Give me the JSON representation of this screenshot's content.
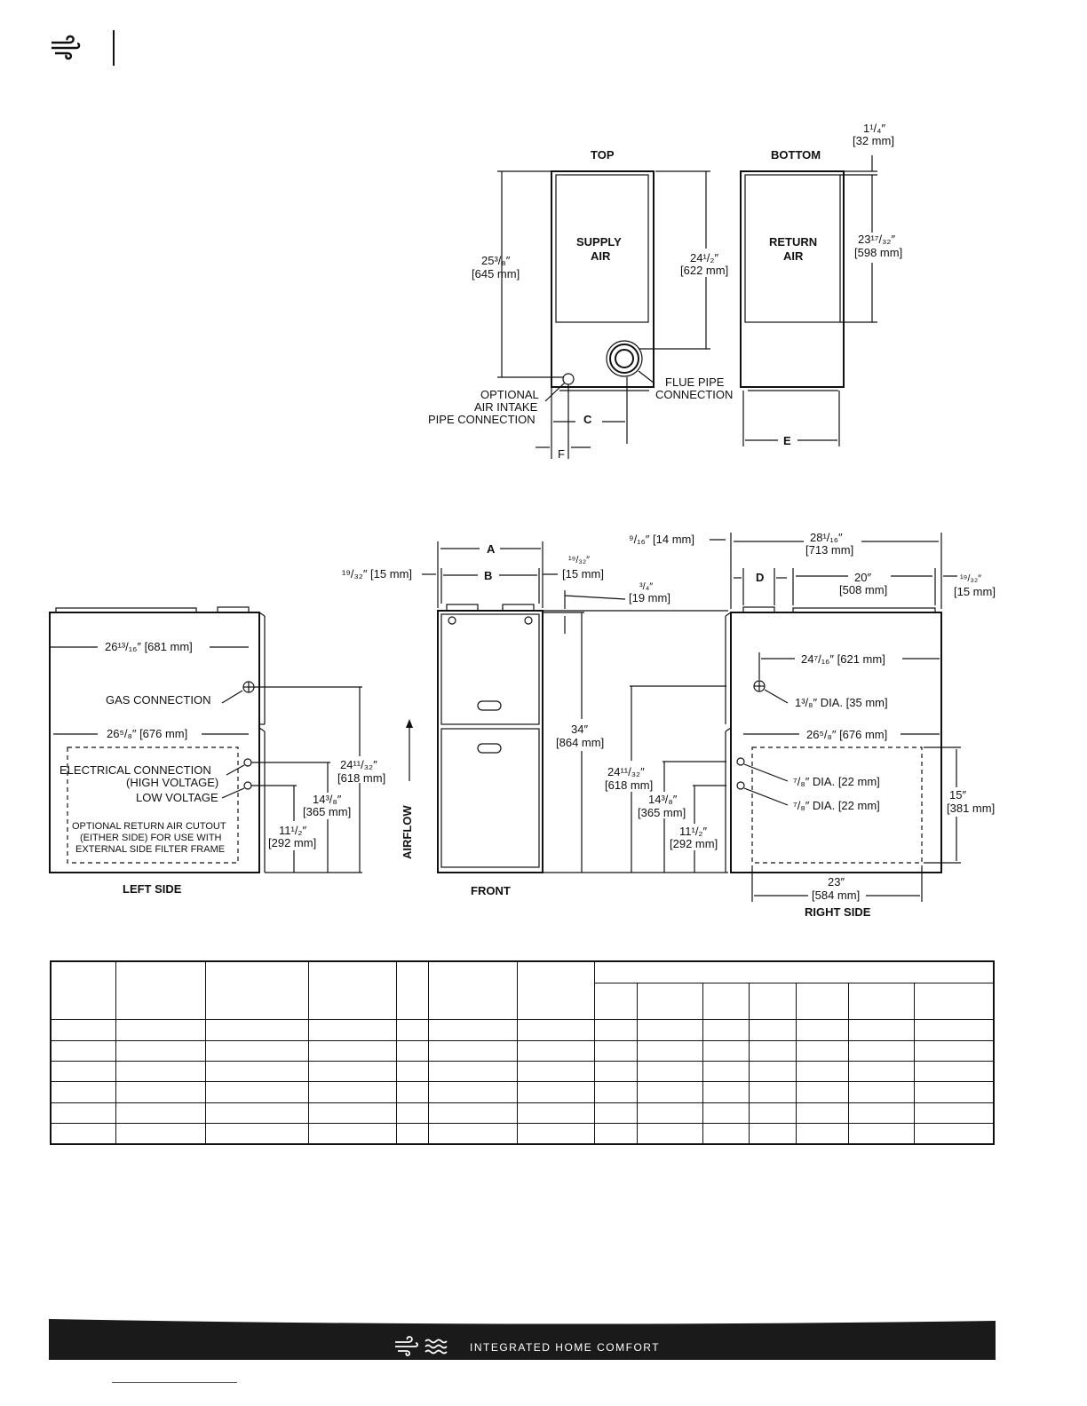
{
  "footer": {
    "brand_text": "INTEGRATED HOME COMFORT"
  },
  "icons": {
    "header_logo": "wind-swirl-icon",
    "footer_logo": "wind-swirl-icon",
    "footer_waves": "heat-waves-icon"
  },
  "top_view": {
    "title": "TOP",
    "supply_air": [
      "SUPPLY",
      "AIR"
    ],
    "dim_height": [
      "25³/₈″",
      "[645 mm]"
    ],
    "dim_inner": [
      "24¹/₂″",
      "[622 mm]"
    ],
    "intake_label": [
      "OPTIONAL",
      "AIR INTAKE",
      "PIPE CONNECTION"
    ],
    "flue_label": [
      "FLUE PIPE",
      "CONNECTION"
    ],
    "dim_c": "C",
    "dim_f": "F"
  },
  "bottom_view": {
    "title": "BOTTOM",
    "return_air": [
      "RETURN",
      "AIR"
    ],
    "dim_top": [
      "1¹/₄″",
      "[32 mm]"
    ],
    "dim_height": [
      "23¹⁷/₃₂″",
      "[598 mm]"
    ],
    "dim_e": "E"
  },
  "left_side": {
    "title": "LEFT SIDE",
    "dim_upper": "26¹³/₁₆″ [681 mm]",
    "gas": "GAS CONNECTION",
    "dim_lower": "26⁵/₈″ [676 mm]",
    "electrical": [
      "ELECTRICAL CONNECTION",
      "(HIGH VOLTAGE)",
      "LOW VOLTAGE"
    ],
    "cutout": [
      "OPTIONAL RETURN AIR CUTOUT",
      "(EITHER SIDE) FOR USE WITH",
      "EXTERNAL SIDE FILTER FRAME"
    ],
    "dim_24": [
      "24¹¹/₃₂″",
      "[618 mm]"
    ],
    "dim_14": [
      "14³/₈″",
      "[365 mm]"
    ],
    "dim_11": [
      "11¹/₂″",
      "[292 mm]"
    ]
  },
  "front": {
    "title": "FRONT",
    "airflow": "AIRFLOW",
    "dim_a": "A",
    "dim_b": "B",
    "dim_left_15": "¹⁹/₃₂″ [15 mm]",
    "dim_right_15": [
      "¹⁹/₃₂″",
      "[15 mm]"
    ],
    "dim_19": [
      "³/₄″",
      "[19 mm]"
    ],
    "dim_14": "⁹/₁₆″ [14 mm]",
    "dim_34": [
      "34″",
      "[864 mm]"
    ],
    "dim_24": [
      "24¹¹/₃₂″",
      "[618 mm]"
    ],
    "dim_14b": [
      "14³/₈″",
      "[365 mm]"
    ],
    "dim_11": [
      "11¹/₂″",
      "[292 mm]"
    ]
  },
  "right_side": {
    "title": "RIGHT SIDE",
    "dim_28": [
      "28¹/₁₆″",
      "[713 mm]"
    ],
    "dim_d": "D",
    "dim_20": [
      "20″",
      "[508 mm]"
    ],
    "dim_15_top": [
      "¹⁹/₃₂″",
      "[15 mm]"
    ],
    "dim_24": "24⁷/₁₆″ [621 mm]",
    "dia_35": "1³/₈″ DIA. [35 mm]",
    "dim_26": "26⁵/₈″ [676 mm]",
    "dia_22a": "⁷/₈″ DIA. [22 mm]",
    "dia_22b": "⁷/₈″ DIA. [22 mm]",
    "dim_15": [
      "15″",
      "[381 mm]"
    ],
    "dim_23": [
      "23″",
      "[584 mm]"
    ]
  },
  "table": {
    "rows": 6,
    "columns": 14
  }
}
